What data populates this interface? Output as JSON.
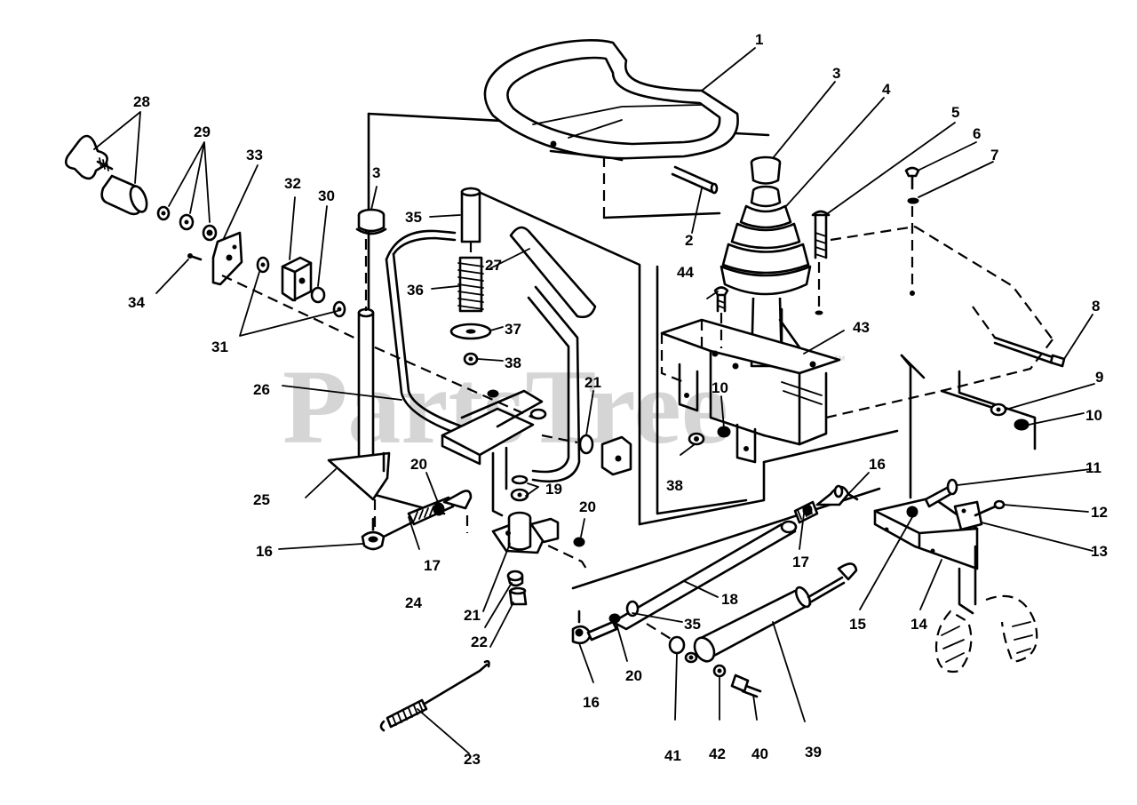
{
  "watermark": {
    "text": "PartsTree",
    "trademark": "™"
  },
  "labels": [
    {
      "id": "1",
      "text": "1"
    },
    {
      "id": "2",
      "text": "2"
    },
    {
      "id": "3a",
      "text": "3"
    },
    {
      "id": "3b",
      "text": "3"
    },
    {
      "id": "4",
      "text": "4"
    },
    {
      "id": "5",
      "text": "5"
    },
    {
      "id": "6",
      "text": "6"
    },
    {
      "id": "7",
      "text": "7"
    },
    {
      "id": "8",
      "text": "8"
    },
    {
      "id": "9",
      "text": "9"
    },
    {
      "id": "10a",
      "text": "10"
    },
    {
      "id": "10b",
      "text": "10"
    },
    {
      "id": "11",
      "text": "11"
    },
    {
      "id": "12",
      "text": "12"
    },
    {
      "id": "13",
      "text": "13"
    },
    {
      "id": "14",
      "text": "14"
    },
    {
      "id": "15",
      "text": "15"
    },
    {
      "id": "16a",
      "text": "16"
    },
    {
      "id": "16b",
      "text": "16"
    },
    {
      "id": "16c",
      "text": "16"
    },
    {
      "id": "17a",
      "text": "17"
    },
    {
      "id": "17b",
      "text": "17"
    },
    {
      "id": "18",
      "text": "18"
    },
    {
      "id": "19",
      "text": "19"
    },
    {
      "id": "20a",
      "text": "20"
    },
    {
      "id": "20b",
      "text": "20"
    },
    {
      "id": "20c",
      "text": "20"
    },
    {
      "id": "21a",
      "text": "21"
    },
    {
      "id": "21b",
      "text": "21"
    },
    {
      "id": "22",
      "text": "22"
    },
    {
      "id": "23",
      "text": "23"
    },
    {
      "id": "24",
      "text": "24"
    },
    {
      "id": "25",
      "text": "25"
    },
    {
      "id": "26",
      "text": "26"
    },
    {
      "id": "27",
      "text": "27"
    },
    {
      "id": "28",
      "text": "28"
    },
    {
      "id": "29",
      "text": "29"
    },
    {
      "id": "30",
      "text": "30"
    },
    {
      "id": "31",
      "text": "31"
    },
    {
      "id": "32",
      "text": "32"
    },
    {
      "id": "33",
      "text": "33"
    },
    {
      "id": "34",
      "text": "34"
    },
    {
      "id": "35a",
      "text": "35"
    },
    {
      "id": "35b",
      "text": "35"
    },
    {
      "id": "36",
      "text": "36"
    },
    {
      "id": "37",
      "text": "37"
    },
    {
      "id": "38a",
      "text": "38"
    },
    {
      "id": "38b",
      "text": "38"
    },
    {
      "id": "39",
      "text": "39"
    },
    {
      "id": "40",
      "text": "40"
    },
    {
      "id": "41",
      "text": "41"
    },
    {
      "id": "42",
      "text": "42"
    },
    {
      "id": "43",
      "text": "43"
    },
    {
      "id": "44",
      "text": "44"
    }
  ],
  "colors": {
    "ink": "#000000",
    "paper": "#ffffff",
    "watermark": "#c8c8c8"
  }
}
